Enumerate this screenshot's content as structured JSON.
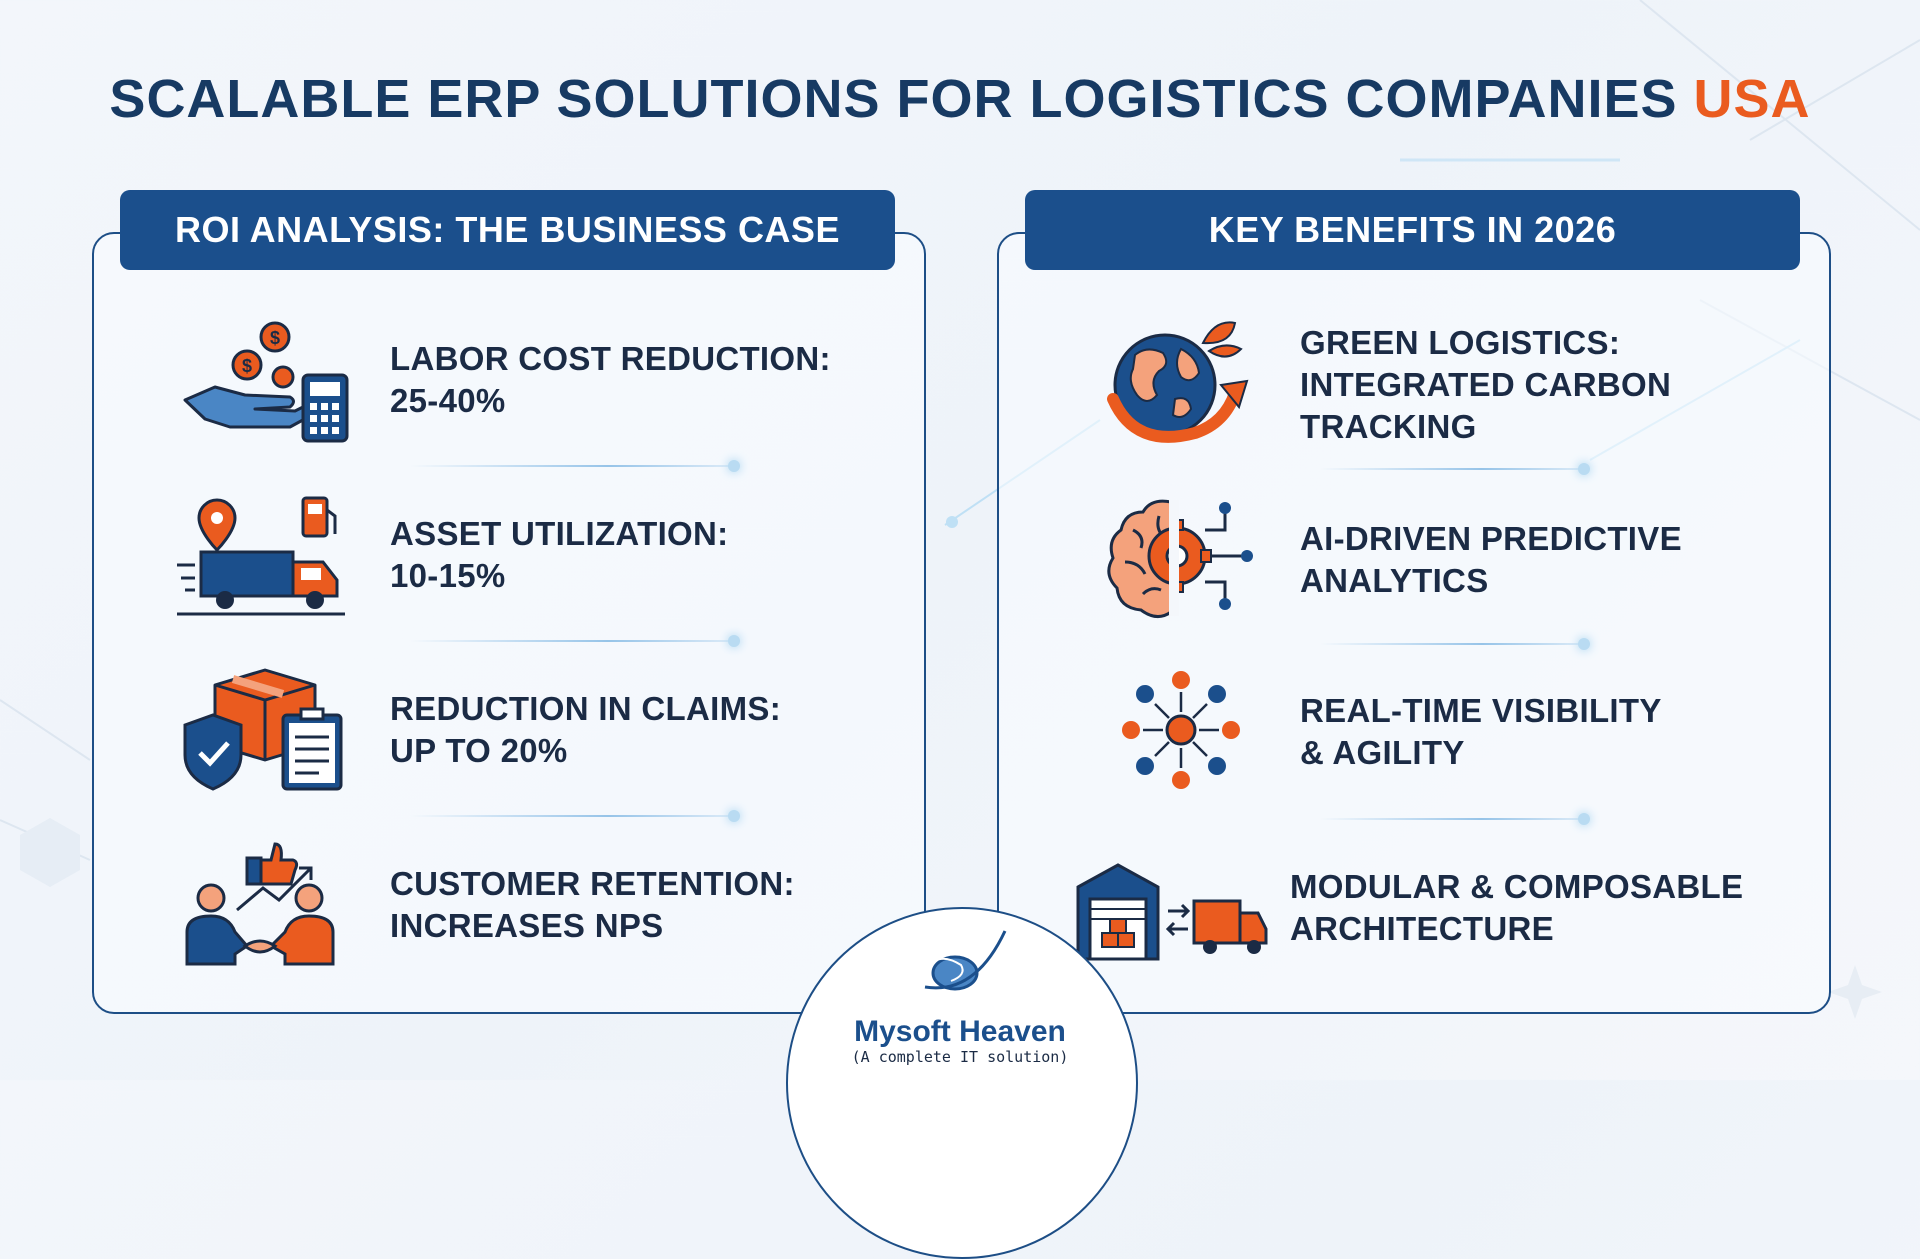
{
  "title": {
    "main": "SCALABLE ERP SOLUTIONS FOR LOGISTICS COMPANIES",
    "accent": "USA"
  },
  "colors": {
    "navy": "#1b4f8c",
    "accent": "#ea5b1f",
    "text": "#1b2b45"
  },
  "roi_panel": {
    "header": "ROI ANALYSIS: THE BUSINESS CASE",
    "items": [
      {
        "icon": "money-hand-calculator-icon",
        "line1": "LABOR COST REDUCTION:",
        "line2": "25-40%"
      },
      {
        "icon": "delivery-truck-location-icon",
        "line1": "ASSET UTILIZATION:",
        "line2": "10-15%"
      },
      {
        "icon": "package-shield-clipboard-icon",
        "line1": "REDUCTION IN CLAIMS:",
        "line2": "UP TO 20%"
      },
      {
        "icon": "handshake-thumbs-up-icon",
        "line1": "CUSTOMER RETENTION:",
        "line2": "INCREASES NPS"
      }
    ]
  },
  "benefits_panel": {
    "header": "KEY BENEFITS IN 2026",
    "items": [
      {
        "icon": "green-globe-icon",
        "line1": "GREEN LOGISTICS:",
        "line2": "INTEGRATED CARBON",
        "line3": "TRACKING"
      },
      {
        "icon": "ai-brain-gear-icon",
        "line1": "AI-DRIVEN PREDICTIVE",
        "line2": "ANALYTICS"
      },
      {
        "icon": "network-hub-icon",
        "line1": "REAL-TIME VISIBILITY",
        "line2": "& AGILITY"
      },
      {
        "icon": "warehouse-truck-icon",
        "line1": "MODULAR & COMPOSABLE",
        "line2": "ARCHITECTURE"
      }
    ]
  },
  "logo": {
    "name": "Mysoft Heaven",
    "tagline": "(A complete IT solution)"
  }
}
